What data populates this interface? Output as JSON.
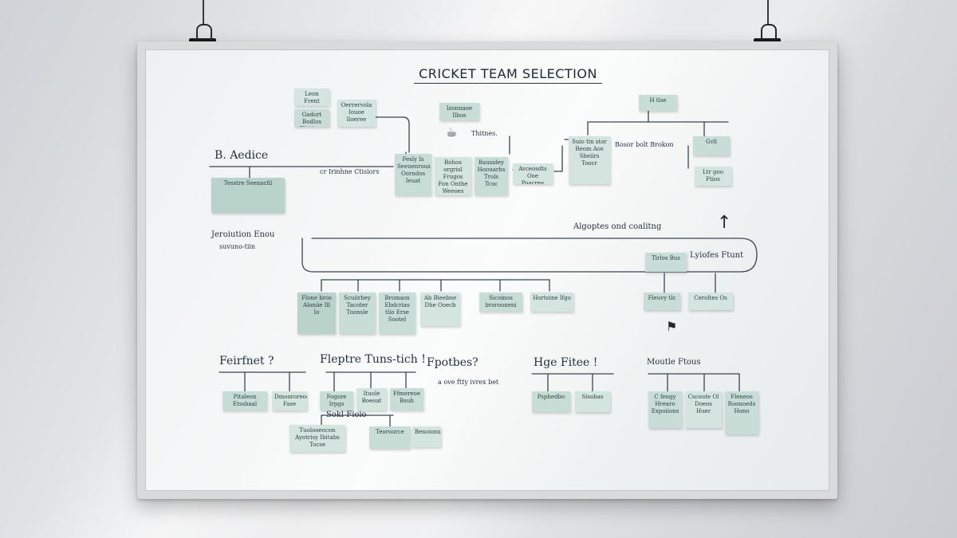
{
  "board": {
    "title": "CRICKET TEAM SELECTION"
  },
  "labels": {
    "b_aedice": "B. Aedice",
    "lost_quote": "cr Irinhne Ctisiors",
    "transition": "Jeroiution Enou",
    "transition_sub": "suvuno-tiin",
    "thinkers": "Thitnes.",
    "best_brokon": "Bosor bolt Brokon",
    "adapters": "Algoptes ond coalitng",
    "lyoster": "Lyiofes Ftunt",
    "feirfnet": "Feirfnet ?",
    "flepte": "Fleptre Tuns-tich !",
    "fpotbes": "Fpotbes?",
    "fpotbes_sub": "a ove ftty ivrex bet",
    "hge_fitee": "Hge Fitee !",
    "mouiile": "Moutle Ftous",
    "sokl": "Sokl Fioio"
  },
  "notes": {
    "n1": "Leon Frent",
    "n2": "Gadort Bodlos Tlhblops",
    "n3": "Oerrervola Iouoe lloeree",
    "n4": "Tesstre Seenacfil",
    "n5": "Izonnaoe Ilbos",
    "n6": "Fesly Is Seeuenrous Oorndos Ieuat",
    "n7": "Bohos orgrisl Frugos Fon Onthe Weeoes",
    "n8": "Bausidey Hoouarbs Trols Tcoc",
    "n9": "Avceosdts Ooe Poacrea",
    "n10": "Suio tin stor Reom Aos Sbeiirs Toocr",
    "n11": "H tlse",
    "n12": "Gvll",
    "n13": "Ltr goo Ftios",
    "n14": "Flone bros Aloniie Ill Io",
    "n15": "Scuiirbey Tacoter Toonsle",
    "n16": "Bromaos Ebdcrias tlio Erse Sootel",
    "n17": "Ab Bleebne Dhe Ooecb",
    "n18": "Sicoinos brorooneni",
    "n19": "Hortoine Ifgo",
    "n20": "Fleuvy tlc",
    "n21": "Ceroltes Os",
    "n22": "Pitaleon Etssbaal",
    "n23": "Dmoororeoe Fase",
    "n24": "Fogore Irpgs",
    "n25": "Teoroorce",
    "n26": "Ituole Boeoat",
    "n27": "Ffmereoe Bsuh",
    "n28": "Tuolooeocon Ayotrisy Ibitabs Tocse",
    "n29": "Tlrlos Bus",
    "n30": "Benoions",
    "n31": "Psphedbo",
    "n32": "Sisobas",
    "n33": "C fengy Hrearo Expoiions",
    "n34": "Cscoute Ol Doeos Huer",
    "n35": "Fleneos Roonoeds Hono"
  }
}
